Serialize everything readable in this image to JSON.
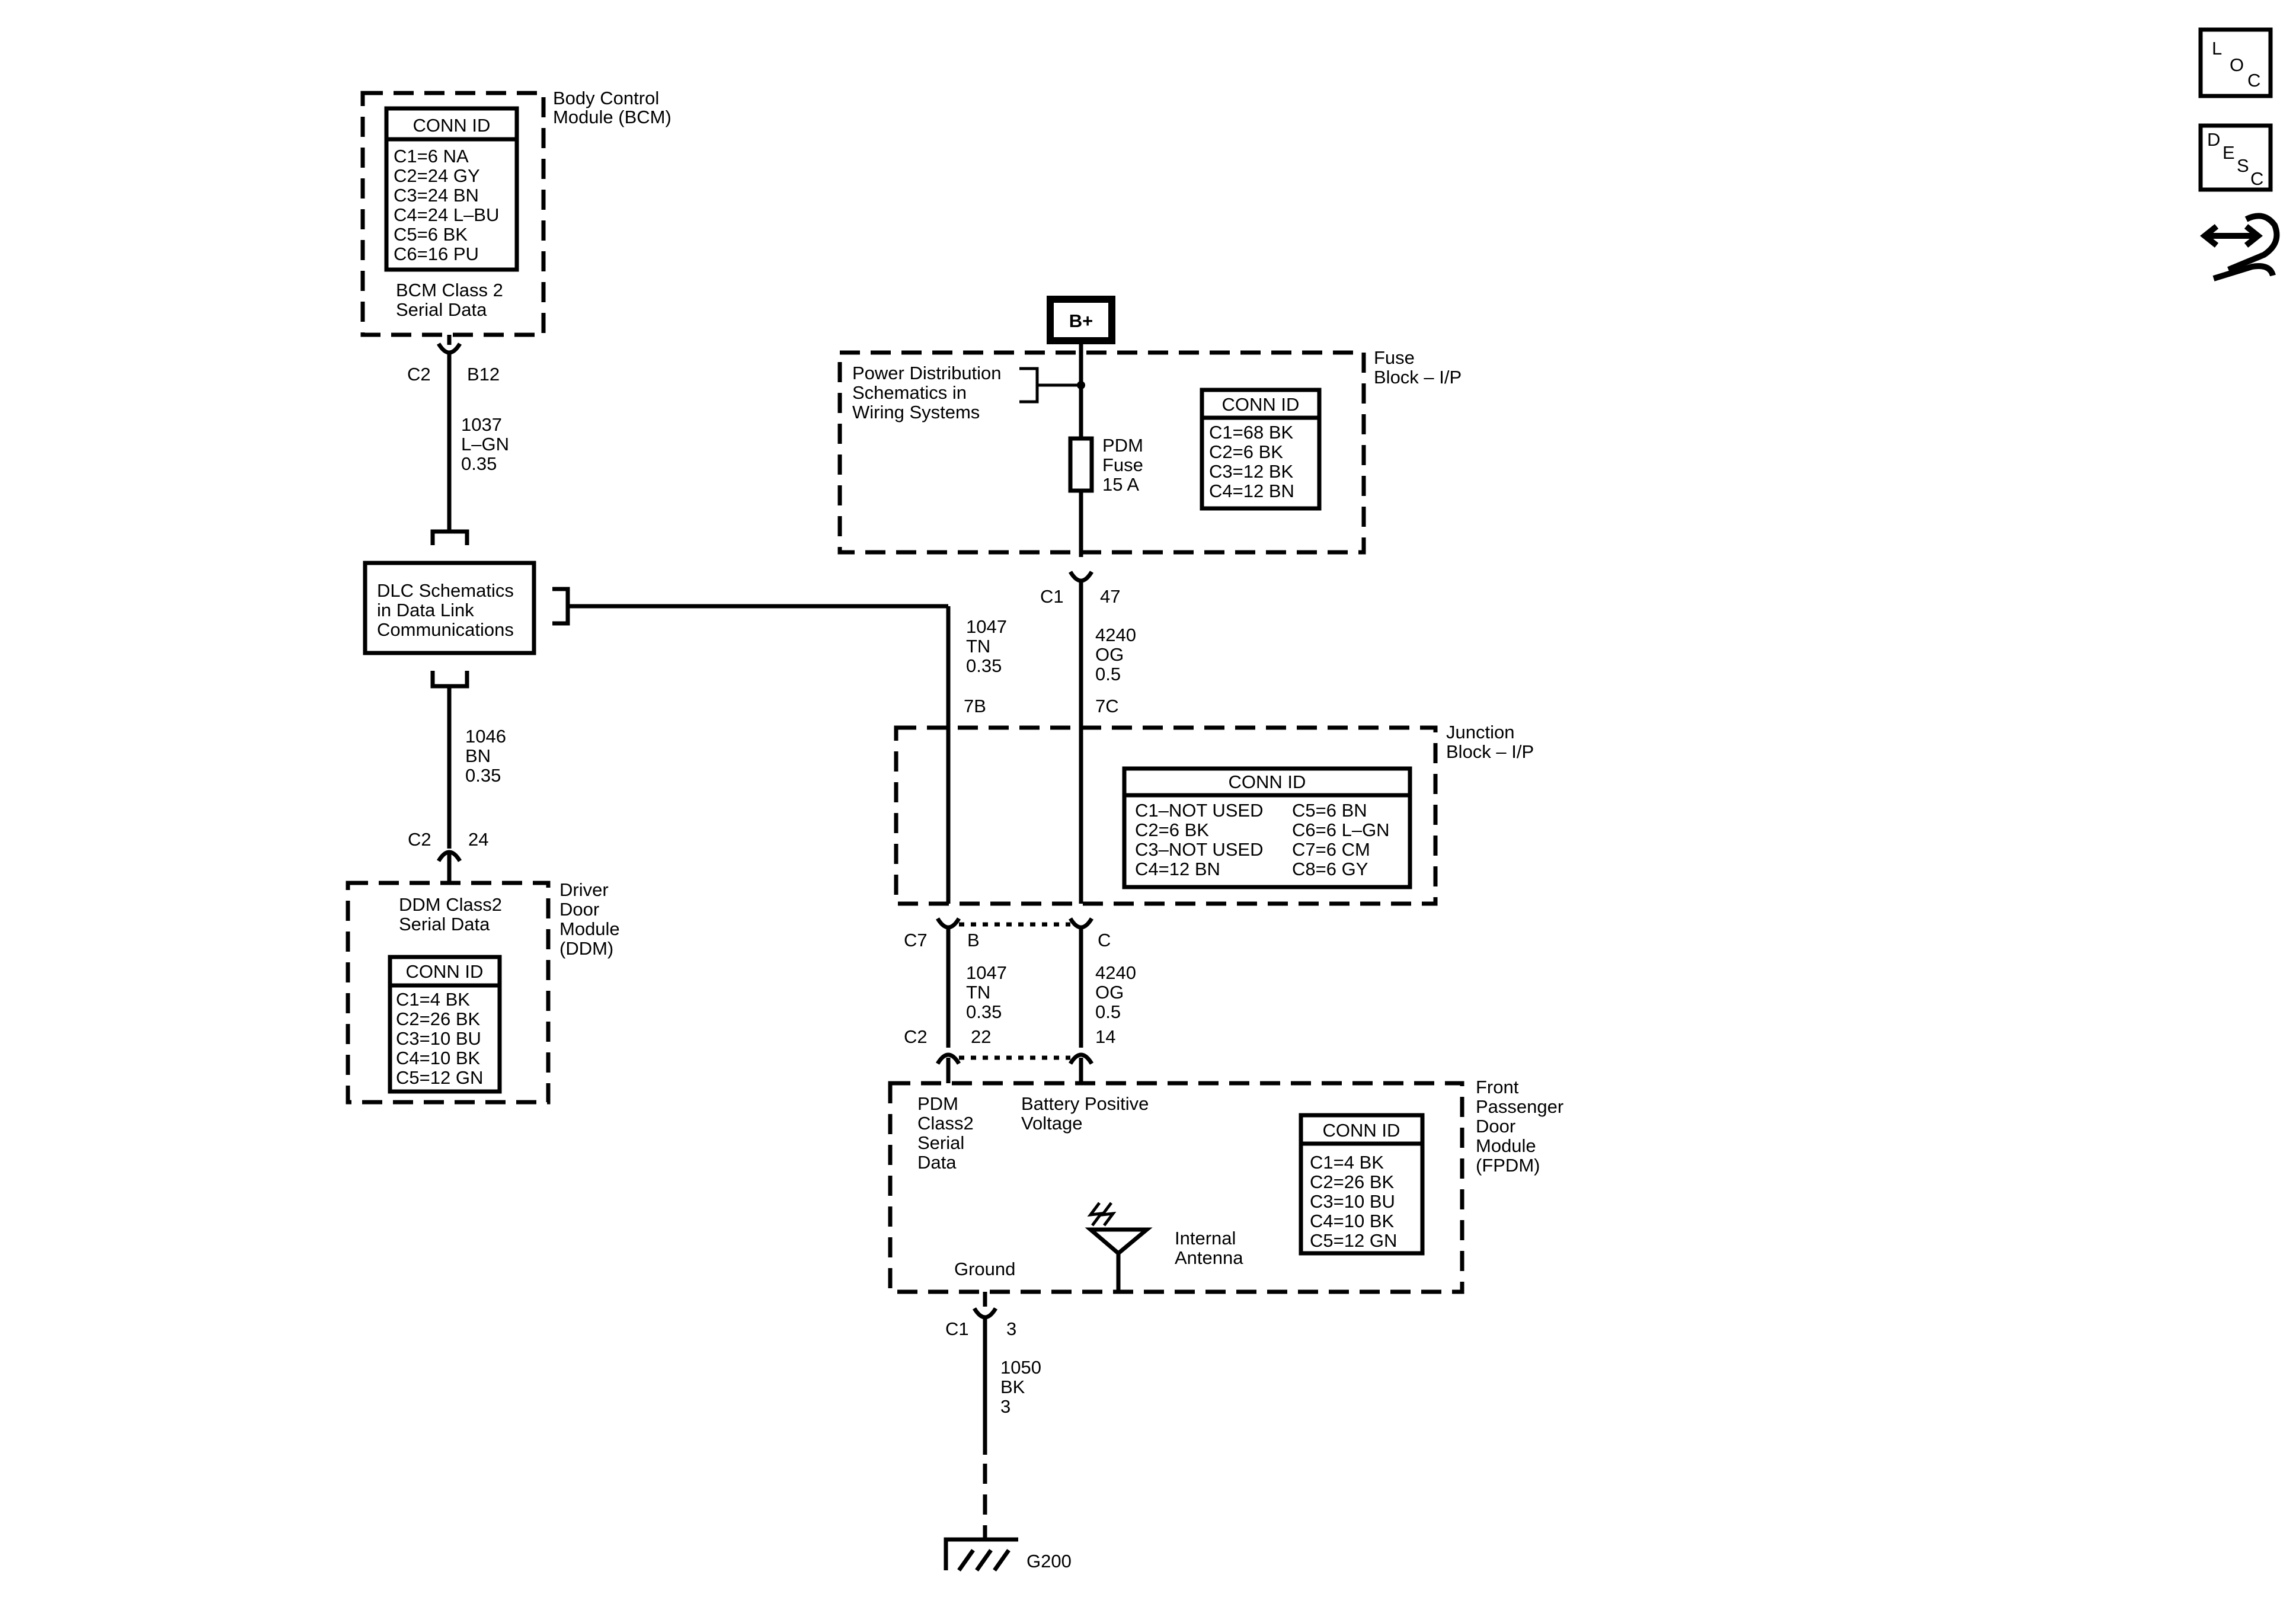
{
  "icons": {
    "loc": [
      "L",
      "O",
      "C"
    ],
    "desc": [
      "D",
      "E",
      "S",
      "C"
    ]
  },
  "bcm": {
    "name": [
      "Body Control",
      "Module (BCM)"
    ],
    "conn_title": "CONN ID",
    "conn": [
      "C1=6 NA",
      "C2=24 GY",
      "C3=24 BN",
      "C4=24 L–BU",
      "C5=6 BK",
      "C6=16 PU"
    ],
    "func": [
      "BCM Class 2",
      "Serial Data"
    ],
    "connector": "C2",
    "pin": "B12"
  },
  "wire_bcm": [
    "1037",
    "L–GN",
    "0.35"
  ],
  "dlc": {
    "label": [
      "DLC Schematics",
      "in Data Link",
      "Communications"
    ]
  },
  "wire_ddm": [
    "1046",
    "BN",
    "0.35"
  ],
  "ddm": {
    "connector": "C2",
    "pin": "24",
    "func": [
      "DDM Class2",
      "Serial Data"
    ],
    "name": [
      "Driver",
      "Door",
      "Module",
      "(DDM)"
    ],
    "conn_title": "CONN ID",
    "conn": [
      "C1=4 BK",
      "C2=26 BK",
      "C3=10 BU",
      "C4=10 BK",
      "C5=12 GN"
    ]
  },
  "battery": "B+",
  "fuse_block": {
    "name": [
      "Fuse",
      "Block – I/P"
    ],
    "ref": [
      "Power Distribution",
      "Schematics in",
      "Wiring Systems"
    ],
    "fuse": [
      "PDM",
      "Fuse",
      "15 A"
    ],
    "conn_title": "CONN ID",
    "conn": [
      "C1=68 BK",
      "C2=6 BK",
      "C3=12 BK",
      "C4=12 BN"
    ],
    "connector": "C1",
    "pin": "47"
  },
  "wire_1047_top": [
    "1047",
    "TN",
    "0.35"
  ],
  "wire_4240_top": [
    "4240",
    "OG",
    "0.5"
  ],
  "junction_block": {
    "pins_top": [
      "7B",
      "7C"
    ],
    "name": [
      "Junction",
      "Block – I/P"
    ],
    "conn_title": "CONN ID",
    "conn_left": [
      "C1–NOT USED",
      "C2=6 BK",
      "C3–NOT USED",
      "C4=12 BN"
    ],
    "conn_right": [
      "C5=6 BN",
      "C6=6 L–GN",
      "C7=6 CM",
      "C8=6 GY"
    ],
    "connector_bottom": "C7",
    "pin_b": "B",
    "pin_c": "C"
  },
  "wire_1047_bottom": [
    "1047",
    "TN",
    "0.35"
  ],
  "wire_4240_bottom": [
    "4240",
    "OG",
    "0.5"
  ],
  "fpdm": {
    "connector": "C2",
    "pin_a": "22",
    "pin_b": "14",
    "func_a": [
      "PDM",
      "Class2",
      "Serial",
      "Data"
    ],
    "func_b": [
      "Battery Positive",
      "Voltage"
    ],
    "antenna": [
      "Internal",
      "Antenna"
    ],
    "ground": "Ground",
    "name": [
      "Front",
      "Passenger",
      "Door",
      "Module",
      "(FPDM)"
    ],
    "conn_title": "CONN ID",
    "conn": [
      "C1=4 BK",
      "C2=26 BK",
      "C3=10 BU",
      "C4=10 BK",
      "C5=12 GN"
    ],
    "gnd_connector": "C1",
    "gnd_pin": "3"
  },
  "wire_ground": [
    "1050",
    "BK",
    "3"
  ],
  "ground_ref": "G200"
}
